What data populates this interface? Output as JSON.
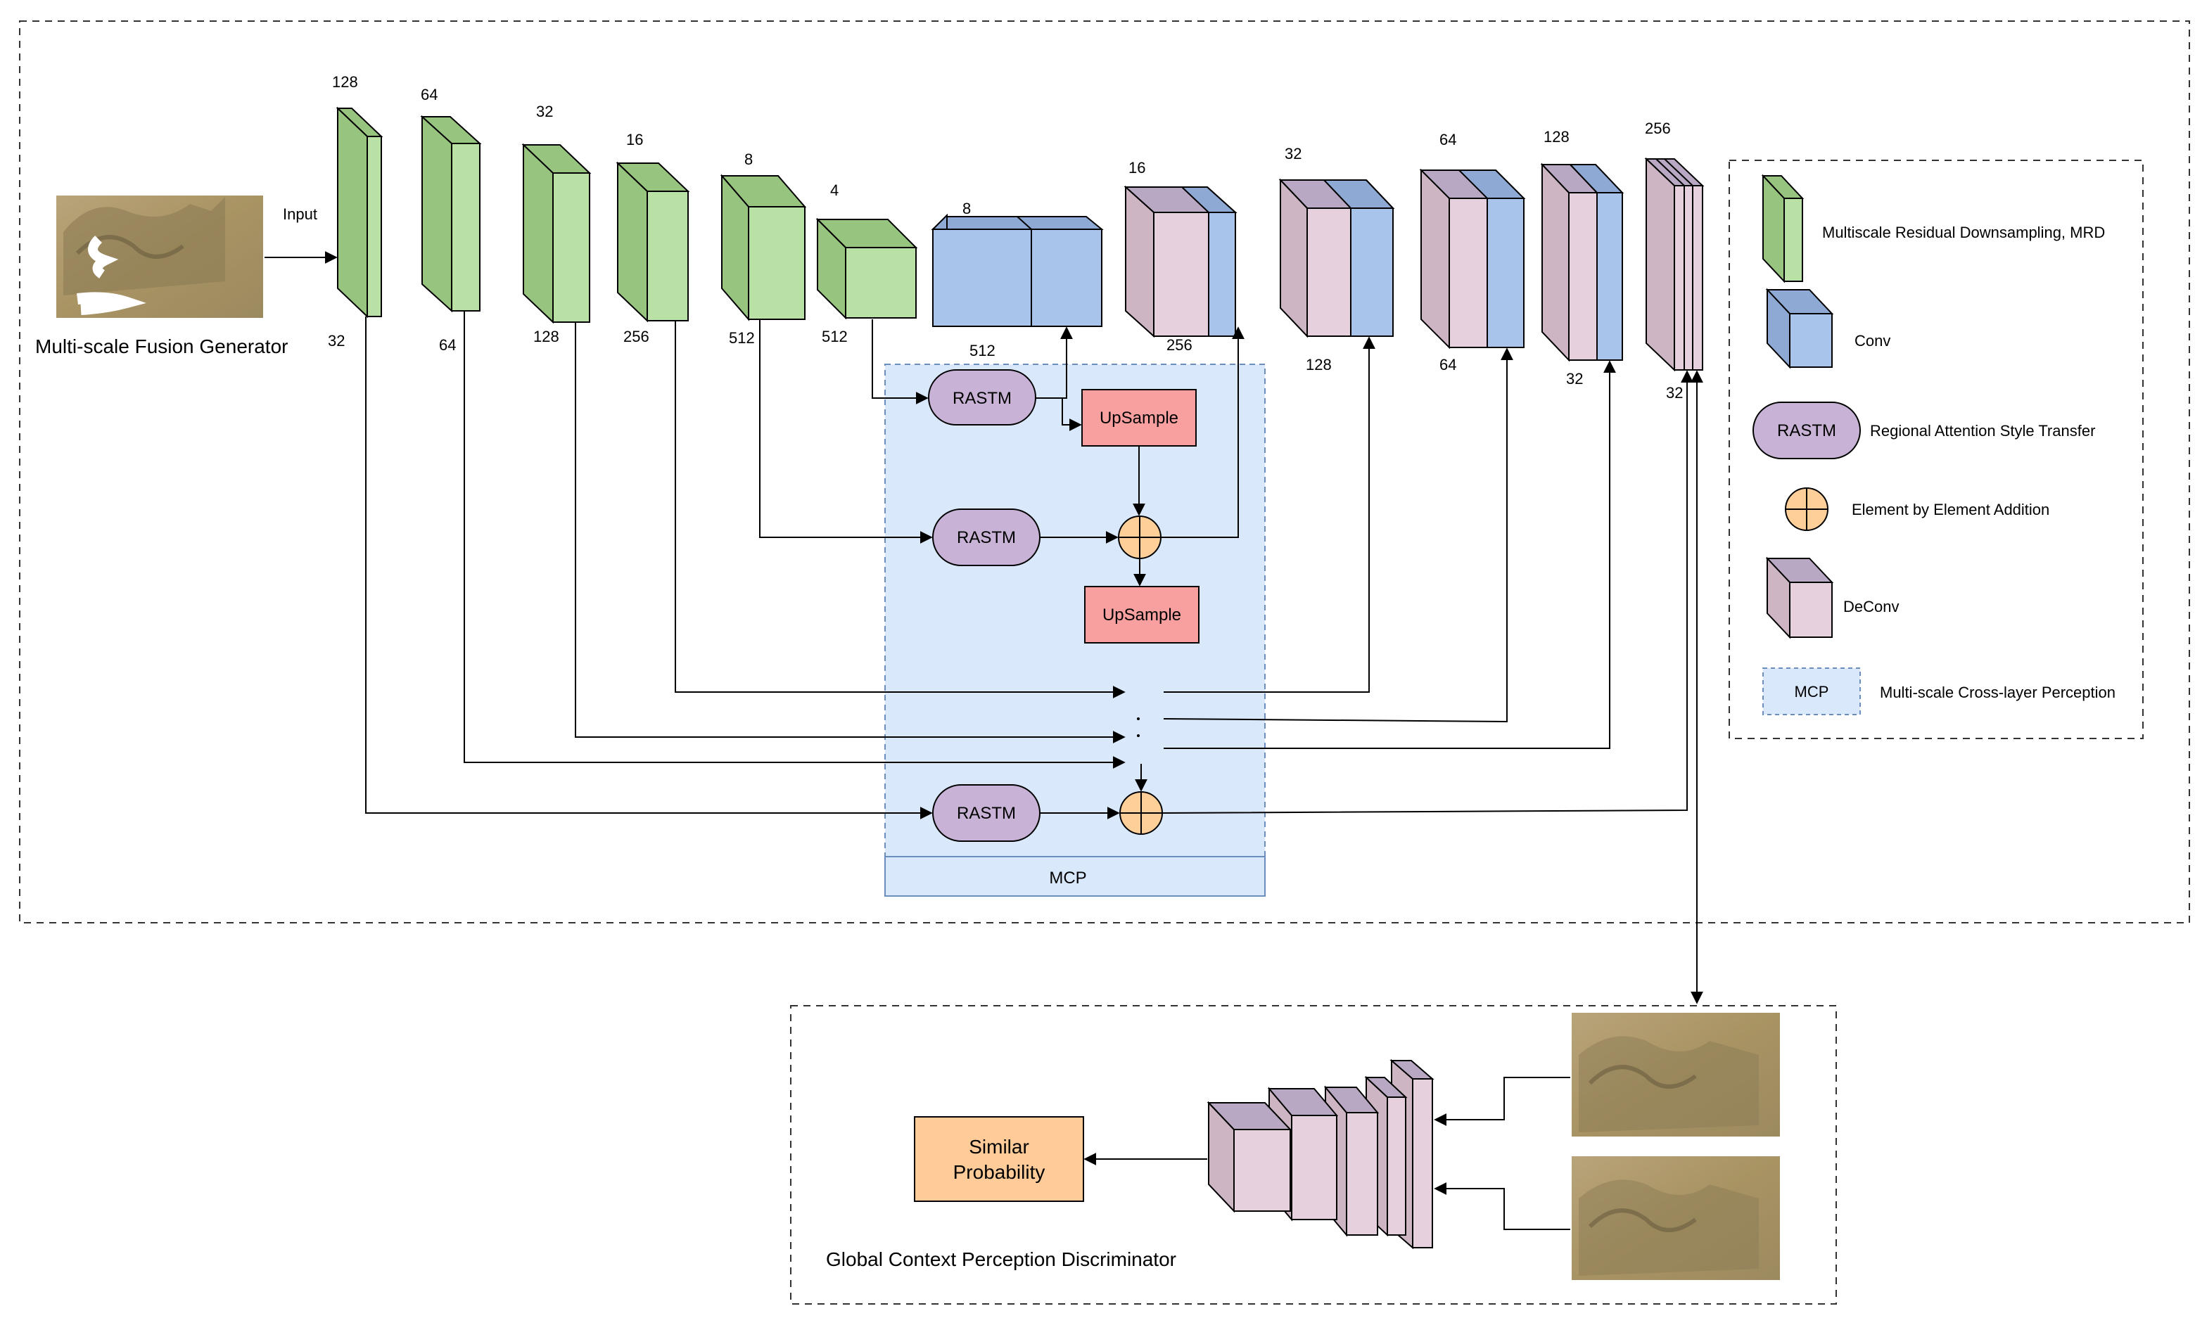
{
  "generator": {
    "title": "Multi-scale Fusion Generator",
    "input_label": "Input",
    "encoder_top_labels": [
      "128",
      "64",
      "32",
      "16",
      "8",
      "4"
    ],
    "encoder_bottom_labels": [
      "32",
      "64",
      "128",
      "256",
      "512",
      "512"
    ],
    "conv_top_label": "8",
    "conv_bottom_label": "512",
    "decoder_top_labels": [
      "16",
      "32",
      "64",
      "128",
      "256"
    ],
    "decoder_bottom_labels": [
      "256",
      "128",
      "64",
      "32",
      "32"
    ]
  },
  "mcp": {
    "rastm_label": "RASTM",
    "upsample_label": "UpSample",
    "box_label": "MCP"
  },
  "legend": {
    "items": [
      {
        "label": "Multiscale Residual Downsampling, MRD",
        "icon": "mrd-block-icon"
      },
      {
        "label": "Conv",
        "icon": "conv-block-icon"
      },
      {
        "label": "Regional Attention Style Transfer",
        "icon": "rastm-icon",
        "icon_text": "RASTM"
      },
      {
        "label": "Element by Element Addition",
        "icon": "addition-icon"
      },
      {
        "label": "DeConv",
        "icon": "deconv-block-icon"
      },
      {
        "label": "Multi-scale Cross-layer Perception",
        "icon": "mcp-icon",
        "icon_text": "MCP"
      }
    ]
  },
  "discriminator": {
    "title": "Global Context Perception Discriminator",
    "output_line1": "Similar",
    "output_line2": "Probability"
  },
  "colors": {
    "mrd_front": "#b9e0a5",
    "mrd_side": "#97c47f",
    "conv_front": "#a9c4eb",
    "conv_side": "#8da9d4",
    "deconv_front": "#e6d0de",
    "deconv_side": "#cdb5c4",
    "rastm": "#c8b3d7",
    "upsample": "#f8a0a0",
    "addition": "#ffcf9a",
    "mcp_bg": "#dae8fc",
    "mcp_border": "#6c8ebf",
    "output_box": "#ffcc99"
  }
}
